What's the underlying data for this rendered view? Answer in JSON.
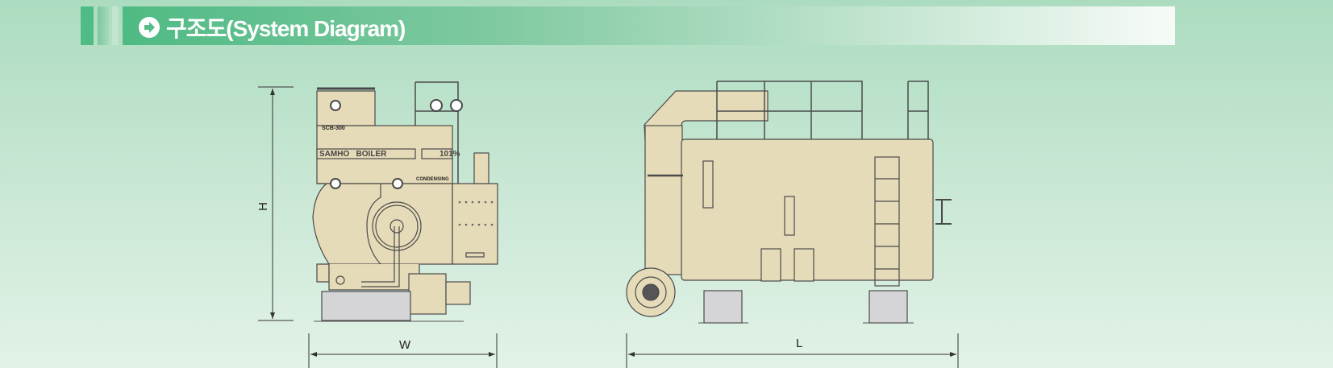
{
  "header": {
    "title": "구조도(System Diagram)",
    "icon": "arrow-right-circle-icon"
  },
  "front_view": {
    "model": "SCB-300",
    "brand": "SAMHO   BOILER",
    "efficiency": "101%",
    "type": "CONDENSING",
    "dim_height": "H",
    "dim_width": "W"
  },
  "side_view": {
    "dim_length": "L"
  },
  "colors": {
    "body": "#e6dbb8",
    "line": "#4a4a4a",
    "accent": "#4fbb85"
  }
}
